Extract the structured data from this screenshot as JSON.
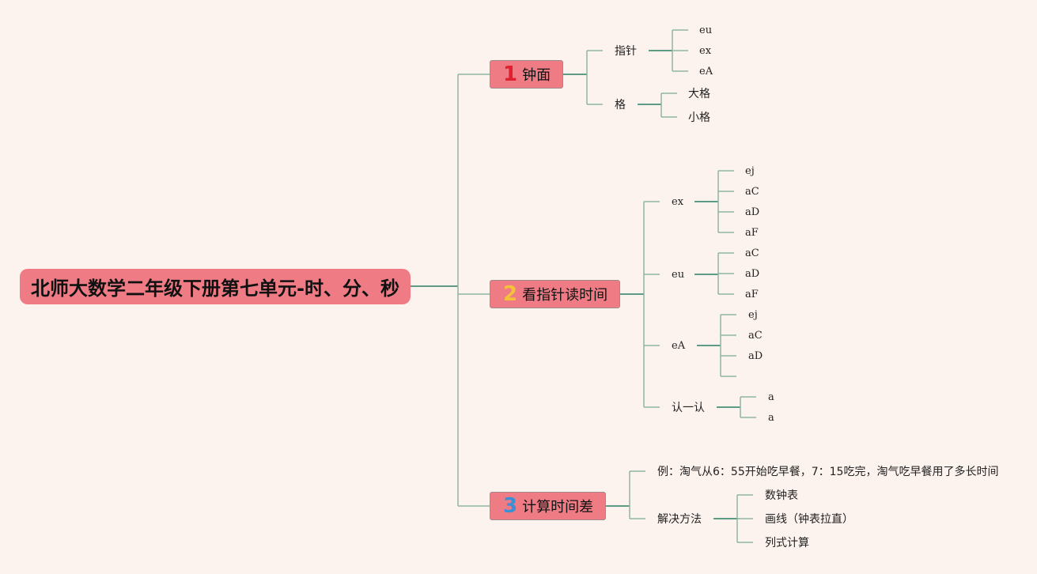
{
  "root": {
    "title": "北师大数学二年级下册第七单元-时、分、秒"
  },
  "sections": [
    {
      "num": "1",
      "num_color": "#e0202f",
      "label": "钟面",
      "children": [
        {
          "label": "指针",
          "leaves": [
            "eu",
            "ex",
            "eA"
          ]
        },
        {
          "label": "格",
          "leaves": [
            "大格",
            "小格"
          ]
        }
      ]
    },
    {
      "num": "2",
      "num_color": "#f3c23a",
      "label": "看指针读时间",
      "children": [
        {
          "label": "ex",
          "leaves": [
            "ej",
            "aC",
            "aD",
            "aF"
          ]
        },
        {
          "label": "eu",
          "leaves": [
            "aC",
            "aD",
            "aF"
          ]
        },
        {
          "label": "eA",
          "leaves": [
            "ej",
            "aC",
            "aD",
            ""
          ]
        },
        {
          "label": "认一认",
          "leaves": [
            "a",
            "a"
          ]
        }
      ]
    },
    {
      "num": "3",
      "num_color": "#3a8fd6",
      "label": "计算时间差",
      "children": [
        {
          "label": "例：淘气从6：55开始吃早餐，7：15吃完，淘气吃早餐用了多长时间",
          "leaves": []
        },
        {
          "label": "解决方法",
          "leaves": [
            "数钟表",
            "画线（钟表拉直）",
            "列式计算"
          ]
        }
      ]
    }
  ],
  "colors": {
    "root": "#ef7b84",
    "section": "#ef7b84",
    "line": "#8eb5a3",
    "background": "#fdf3ee"
  }
}
